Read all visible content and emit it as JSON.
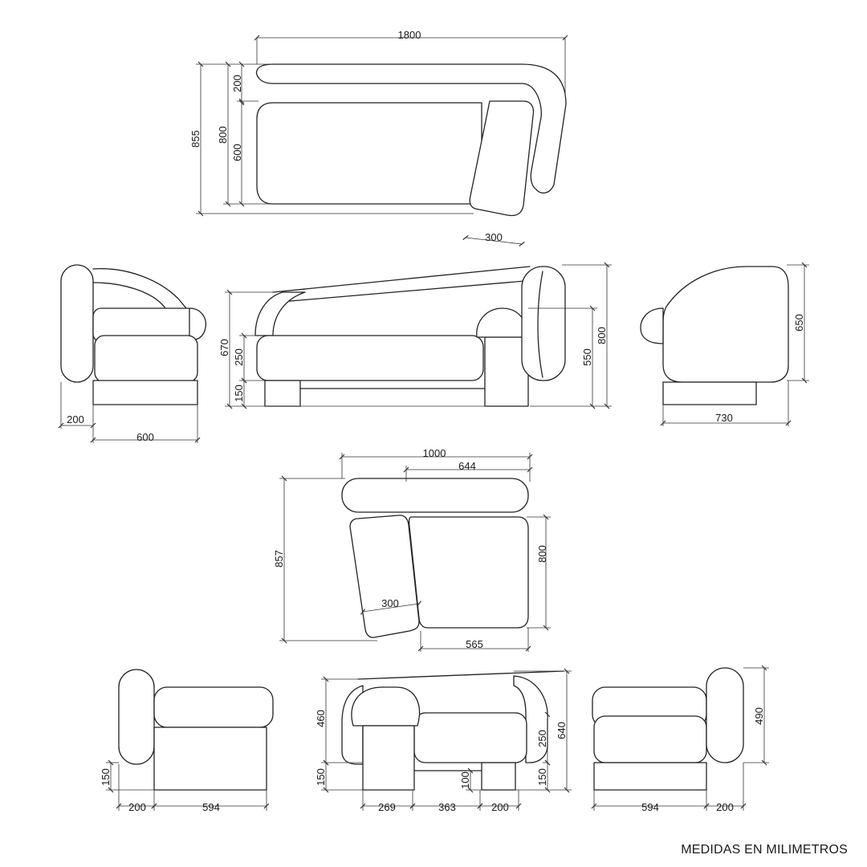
{
  "footer": "MEDIDAS EN MILIMETROS",
  "views": {
    "sofa_plan": {
      "width": "1800",
      "depth": "855",
      "seat_depth": "800",
      "backrest": "200",
      "seat": "600",
      "chaise": "300"
    },
    "sofa_side_left": {
      "arm": "200",
      "depth": "600"
    },
    "sofa_front": {
      "seat_height": "670",
      "cushion": "250",
      "base": "150",
      "arm_height": "550",
      "total_height": "800"
    },
    "sofa_side_right": {
      "height": "650",
      "depth": "730"
    },
    "chair_plan": {
      "width": "1000",
      "seat_width": "644",
      "depth": "857",
      "seat_depth": "800",
      "chaise": "300",
      "front": "565"
    },
    "chair_side_left": {
      "leg": "150",
      "arm": "200",
      "depth": "594"
    },
    "chair_front": {
      "seat_height": "460",
      "base": "150",
      "leg_gap": "100",
      "cushion": "250",
      "base_right": "150",
      "total_height": "640",
      "seg_a": "269",
      "seg_b": "363",
      "seg_c": "200"
    },
    "chair_side_right": {
      "height": "490",
      "depth": "594",
      "arm": "200"
    }
  }
}
